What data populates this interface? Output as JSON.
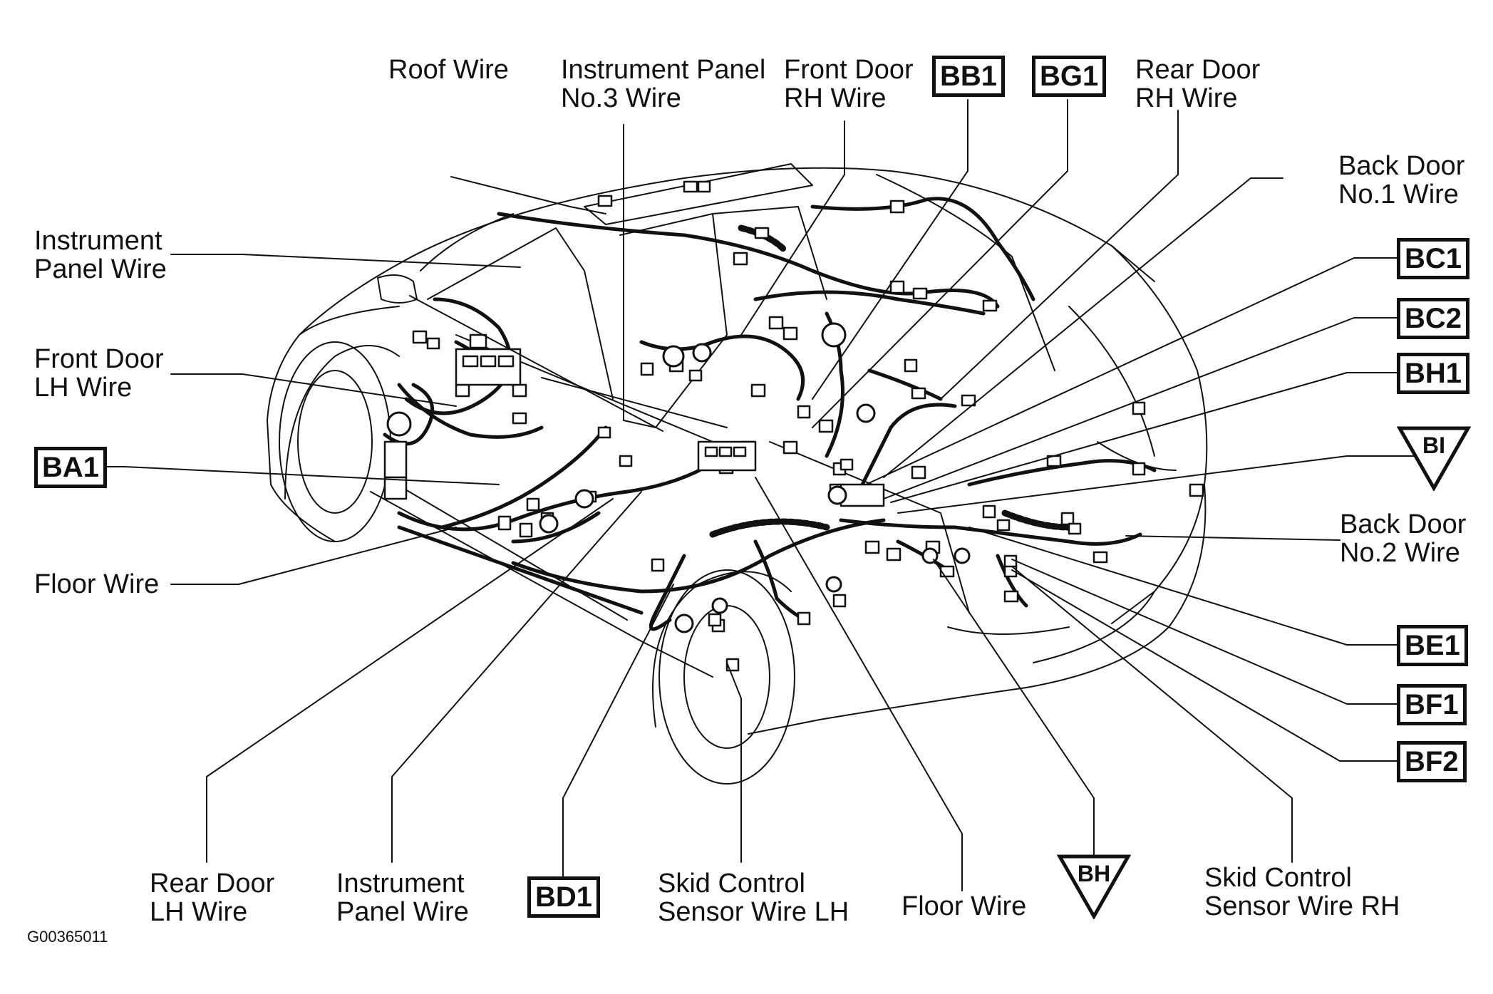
{
  "labels": {
    "roof_wire": "Roof Wire",
    "instrument_panel_no3_wire": [
      "Instrument Panel",
      "No.3 Wire"
    ],
    "front_door_rh_wire": [
      "Front Door",
      "RH Wire"
    ],
    "rear_door_rh_wire": [
      "Rear Door",
      "RH Wire"
    ],
    "back_door_no1_wire": [
      "Back Door",
      "No.1 Wire"
    ],
    "instrument_panel_wire_top": [
      "Instrument",
      "Panel Wire"
    ],
    "front_door_lh_wire": [
      "Front Door",
      "LH Wire"
    ],
    "floor_wire_left": "Floor Wire",
    "back_door_no2_wire": [
      "Back Door",
      "No.2 Wire"
    ],
    "rear_door_lh_wire": [
      "Rear Door",
      "LH Wire"
    ],
    "instrument_panel_wire_bottom": [
      "Instrument",
      "Panel Wire"
    ],
    "skid_control_sensor_wire_lh": [
      "Skid Control",
      "Sensor Wire LH"
    ],
    "floor_wire_bottom": "Floor Wire",
    "skid_control_sensor_wire_rh": [
      "Skid Control",
      "Sensor Wire RH"
    ]
  },
  "connectors": {
    "bb1": "BB1",
    "bg1": "BG1",
    "bc1": "BC1",
    "bc2": "BC2",
    "bh1": "BH1",
    "ba1": "BA1",
    "be1": "BE1",
    "bf1": "BF1",
    "bf2": "BF2",
    "bd1": "BD1"
  },
  "triangles": {
    "bi": "BI",
    "bh": "BH"
  },
  "figure_ref": "G00365011"
}
